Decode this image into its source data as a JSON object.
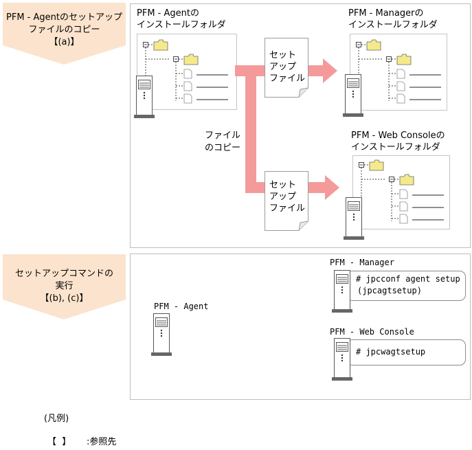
{
  "step1": {
    "label_line1": "PFM - Agentのセットアップ",
    "label_line2": "ファイルのコピー",
    "label_ref": "【(a)】",
    "agent_folder_line1": "PFM - Agentの",
    "agent_folder_line2": "インストールフォルダ",
    "manager_folder_line1": "PFM - Managerの",
    "manager_folder_line2": "インストールフォルダ",
    "webconsole_folder_line1": "PFM - Web Consoleの",
    "webconsole_folder_line2": "インストールフォルダ",
    "setup_file_line1": "セット",
    "setup_file_line2": "アップ",
    "setup_file_line3": "ファイル",
    "copy_label_line1": "ファイル",
    "copy_label_line2": "のコピー"
  },
  "step2": {
    "label_line1": "セットアップコマンドの",
    "label_line2": "実行",
    "label_ref": "【(b), (c)】",
    "agent_label": "PFM - Agent",
    "manager_label": "PFM - Manager",
    "manager_cmd_line1": "# jpcconf agent setup",
    "manager_cmd_line2": "(jpcagtsetup)",
    "webconsole_label": "PFM - Web Console",
    "webconsole_cmd": "# jpcwagtsetup"
  },
  "legend": {
    "title": "(凡例)",
    "symbol": "【  】",
    "description": ":参照先"
  },
  "colors": {
    "pentagon_fill": "#fbe3cd",
    "arrow": "#f59a9a",
    "folder_fill": "#f4ea8c",
    "panel_border": "#bdbdbd"
  }
}
